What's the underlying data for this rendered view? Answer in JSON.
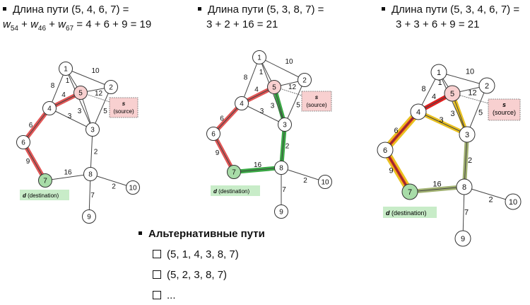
{
  "headers": [
    {
      "line1": "Длина пути (5, 4, 6, 7) =",
      "line2_weights": [
        {
          "w": "w",
          "sub": "54"
        },
        {
          "w": "w",
          "sub": "46"
        },
        {
          "w": "w",
          "sub": "67"
        }
      ],
      "line2_rest": "=  4 + 6 + 9 = 19"
    },
    {
      "line1": "Длина пути (5, 3, 8, 7) =",
      "line2": "3 + 2 + 16 = 21"
    },
    {
      "line1": "Длина пути (5, 3, 4, 6, 7) =",
      "line2": "3 + 3 + 6 + 9 = 21"
    }
  ],
  "graph": {
    "nodes": [
      "1",
      "2",
      "3",
      "4",
      "5",
      "6",
      "7",
      "8",
      "9",
      "10"
    ],
    "edges": [
      {
        "a": "1",
        "b": "4",
        "w": "8"
      },
      {
        "a": "1",
        "b": "2",
        "w": "10"
      },
      {
        "a": "1",
        "b": "5",
        "w": "1"
      },
      {
        "a": "1",
        "b": "3",
        "w": ""
      },
      {
        "a": "2",
        "b": "5",
        "w": "12"
      },
      {
        "a": "2",
        "b": "3",
        "w": "5"
      },
      {
        "a": "4",
        "b": "5",
        "w": "4"
      },
      {
        "a": "4",
        "b": "3",
        "w": "3"
      },
      {
        "a": "5",
        "b": "3",
        "w": "3"
      },
      {
        "a": "4",
        "b": "6",
        "w": "6"
      },
      {
        "a": "6",
        "b": "7",
        "w": "9"
      },
      {
        "a": "3",
        "b": "8",
        "w": "2"
      },
      {
        "a": "7",
        "b": "8",
        "w": "16"
      },
      {
        "a": "8",
        "b": "10",
        "w": "2"
      },
      {
        "a": "8",
        "b": "9",
        "w": "7"
      }
    ],
    "source_label_bold": "s",
    "source_label": "(source)",
    "dest_label_bold": "d",
    "dest_label": "(destination)"
  },
  "panels": [
    {
      "highlight": [
        {
          "a": "5",
          "b": "4",
          "color": "#e05555"
        },
        {
          "a": "4",
          "b": "6",
          "color": "#e05555"
        },
        {
          "a": "6",
          "b": "7",
          "color": "#e05555"
        }
      ]
    },
    {
      "highlight": [
        {
          "a": "5",
          "b": "4",
          "color": "#e05555"
        },
        {
          "a": "4",
          "b": "6",
          "color": "#e05555"
        },
        {
          "a": "6",
          "b": "7",
          "color": "#e05555"
        },
        {
          "a": "5",
          "b": "3",
          "color": "#3aa845"
        },
        {
          "a": "3",
          "b": "8",
          "color": "#3aa845"
        },
        {
          "a": "8",
          "b": "7",
          "color": "#3aa845"
        }
      ]
    },
    {
      "highlight": [
        {
          "a": "5",
          "b": "4",
          "color": "#e02020",
          "width": 6
        },
        {
          "a": "4",
          "b": "6",
          "color": "#e8c020",
          "width": 10
        },
        {
          "a": "6",
          "b": "7",
          "color": "#e8c020",
          "width": 10
        },
        {
          "a": "5",
          "b": "3",
          "color": "#e8c020",
          "width": 6
        },
        {
          "a": "3",
          "b": "4",
          "color": "#e8c020",
          "width": 6
        },
        {
          "a": "3",
          "b": "8",
          "color": "#a0b070",
          "width": 6
        },
        {
          "a": "8",
          "b": "7",
          "color": "#a0b070",
          "width": 6
        },
        {
          "a": "4",
          "b": "6",
          "color": "#e02020",
          "width": 4,
          "overlay": true
        },
        {
          "a": "6",
          "b": "7",
          "color": "#e02020",
          "width": 4,
          "overlay": true
        }
      ]
    }
  ],
  "colors": {
    "source_fill": "#f8d0d0",
    "dest_fill": "#a8dca8",
    "source_box": "#f8d0d0",
    "dest_box": "#c8ecc8"
  },
  "alternatives": {
    "title": "Альтернативные пути",
    "options": [
      "(5, 1, 4, 3, 8, 7)",
      "(5, 2, 3, 8, 7)",
      "..."
    ]
  }
}
